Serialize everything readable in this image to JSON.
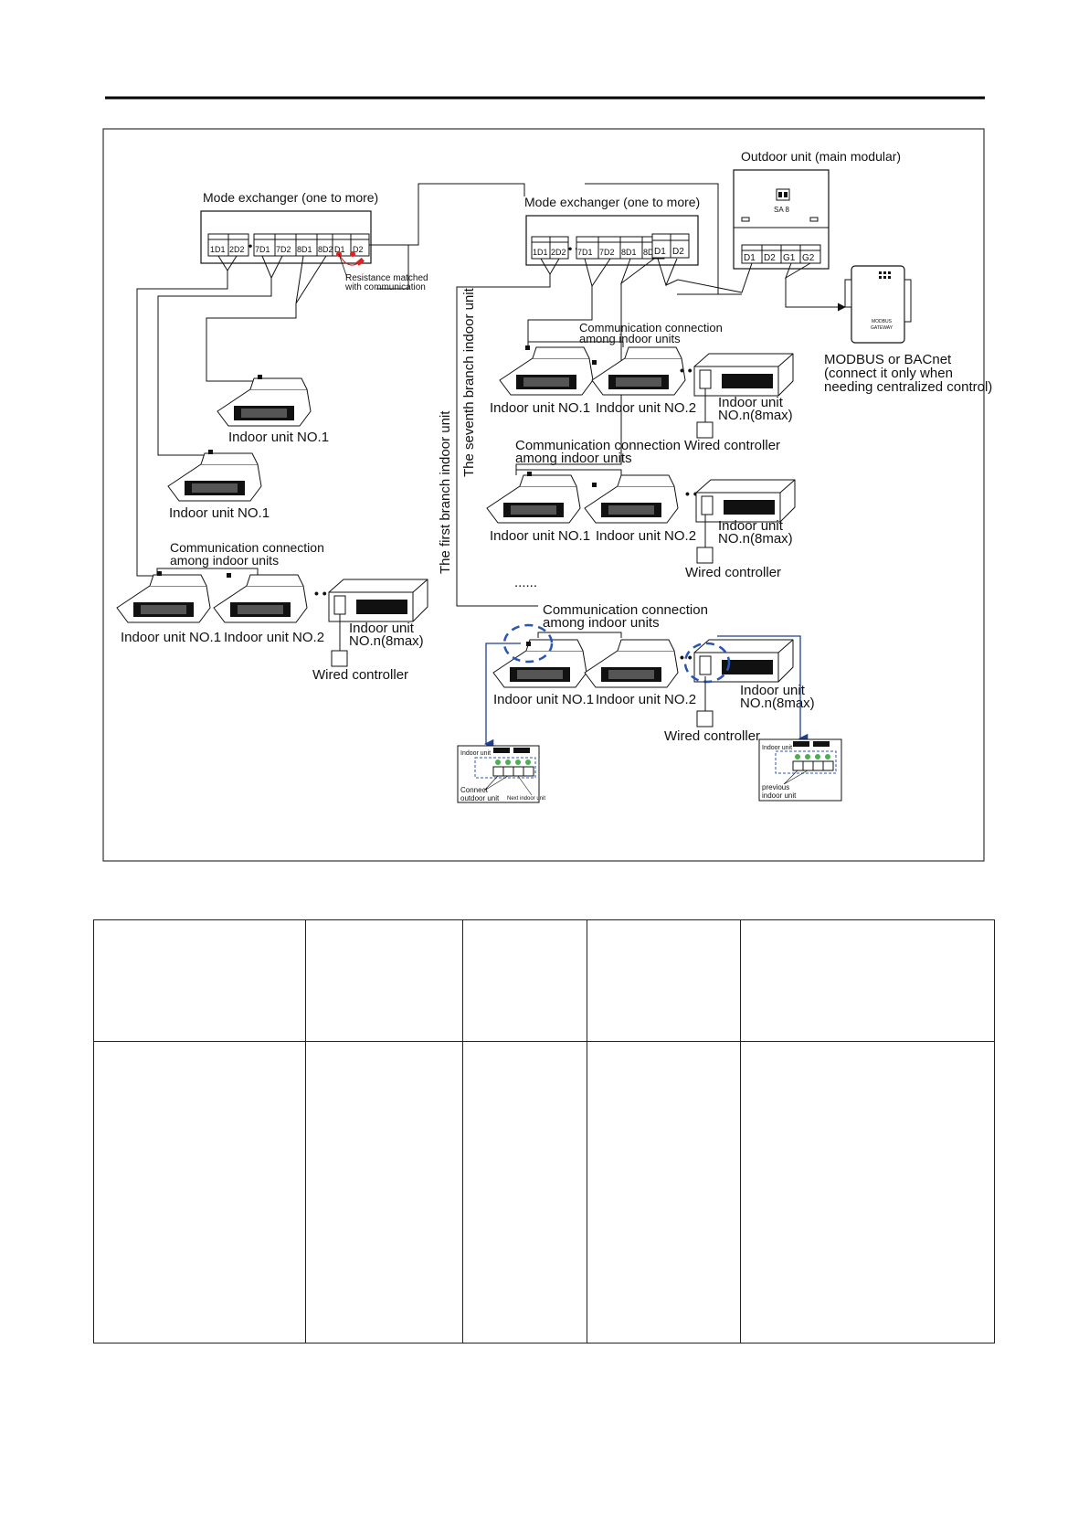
{
  "diagram": {
    "mode_exchanger": "Mode exchanger (one to more)",
    "outdoor_unit": "Outdoor unit (main modular)",
    "sa8": "SA 8",
    "resistance_line1": "Resistance matched",
    "resistance_line2": "with communication",
    "gateway_label1": "MODBUS",
    "gateway_label2": "GATEWAY",
    "gateway_note": [
      "MODBUS or BACnet",
      "(connect it only when",
      "needing centralized control)"
    ],
    "indoor_no1": "Indoor unit NO.1",
    "indoor_no2": "Indoor unit NO.2",
    "indoor_n_line1": "Indoor unit",
    "indoor_n_line2": "NO.n(8max)",
    "wired_controller": "Wired controller",
    "comm_line1": "Communication connection",
    "comm_line2": "among indoor units",
    "first_branch": "The first branch indoor unit",
    "seventh_branch": "The seventh branch indoor unit",
    "ellipsis": "......",
    "left_terminals": [
      "1D1",
      "2D2",
      "7D1",
      "7D2",
      "8D1",
      "8D2",
      "D1",
      "D2"
    ],
    "right_terminals": [
      "1D1",
      "2D2",
      "7D1",
      "7D2",
      "8D1",
      "8D2",
      "D1",
      "D2"
    ],
    "outdoor_terminals": [
      "D1",
      "D2",
      "G1",
      "G2"
    ],
    "detail_title": "Indoor unit",
    "detail_left_notes": [
      "Connect",
      "outdoor unit",
      "Next indoor unit"
    ],
    "detail_right_notes": [
      "previous",
      "indoor unit"
    ]
  }
}
